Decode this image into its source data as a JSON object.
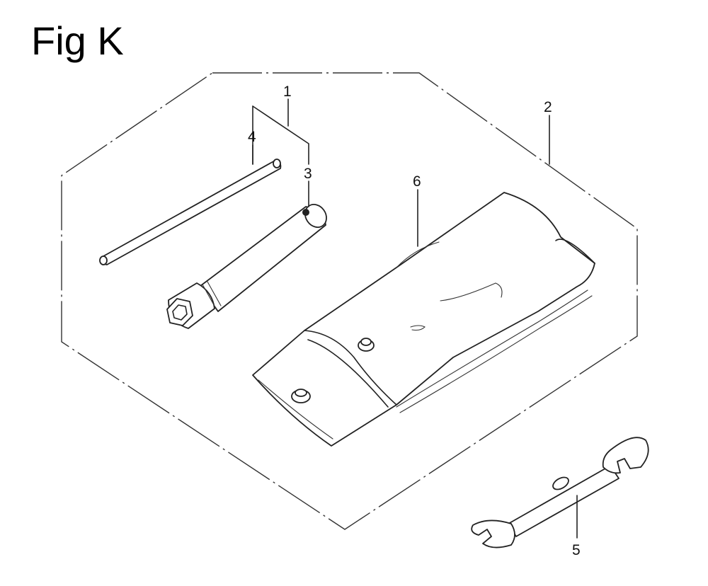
{
  "title": "Fig K",
  "callouts": {
    "c1": "1",
    "c2": "2",
    "c3": "3",
    "c4": "4",
    "c5": "5",
    "c6": "6"
  }
}
